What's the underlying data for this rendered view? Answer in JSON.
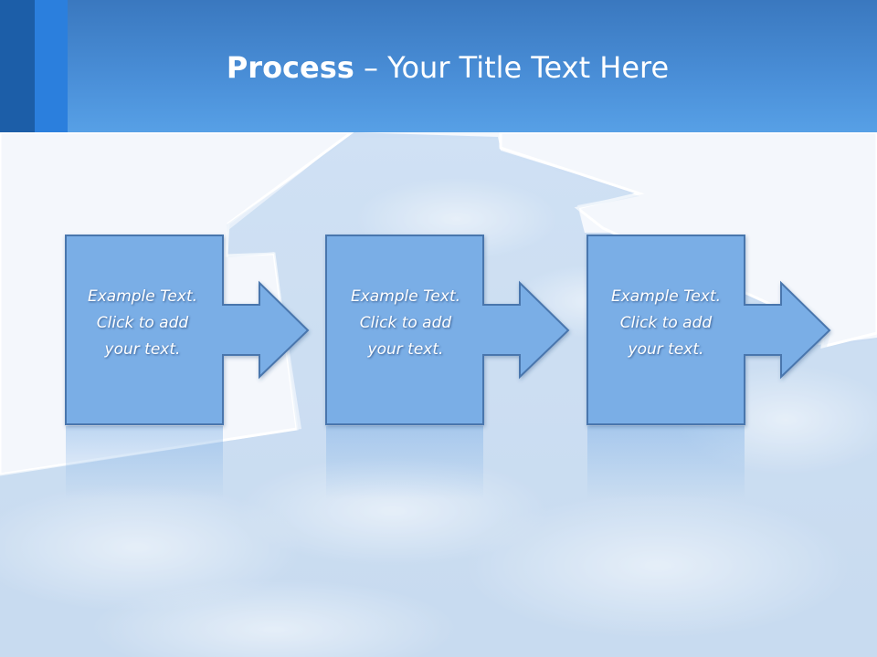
{
  "slide": {
    "title_bold": "Process",
    "title_rest": " – Your Title Text Here"
  },
  "steps": [
    {
      "line1": "Example Text.",
      "line2": "Click  to add",
      "line3": "your text."
    },
    {
      "line1": "Example Text.",
      "line2": "Click  to add",
      "line3": "your text."
    },
    {
      "line1": "Example Text.",
      "line2": "Click  to add",
      "line3": "your text."
    }
  ],
  "colors": {
    "header": "#4a8fd8",
    "header_accent_dark": "#1c5ea8",
    "header_accent_light": "#2b7fdd",
    "box_fill": "#7aaee6",
    "box_stroke": "#4a76ad",
    "background": "#dbe7f6"
  }
}
